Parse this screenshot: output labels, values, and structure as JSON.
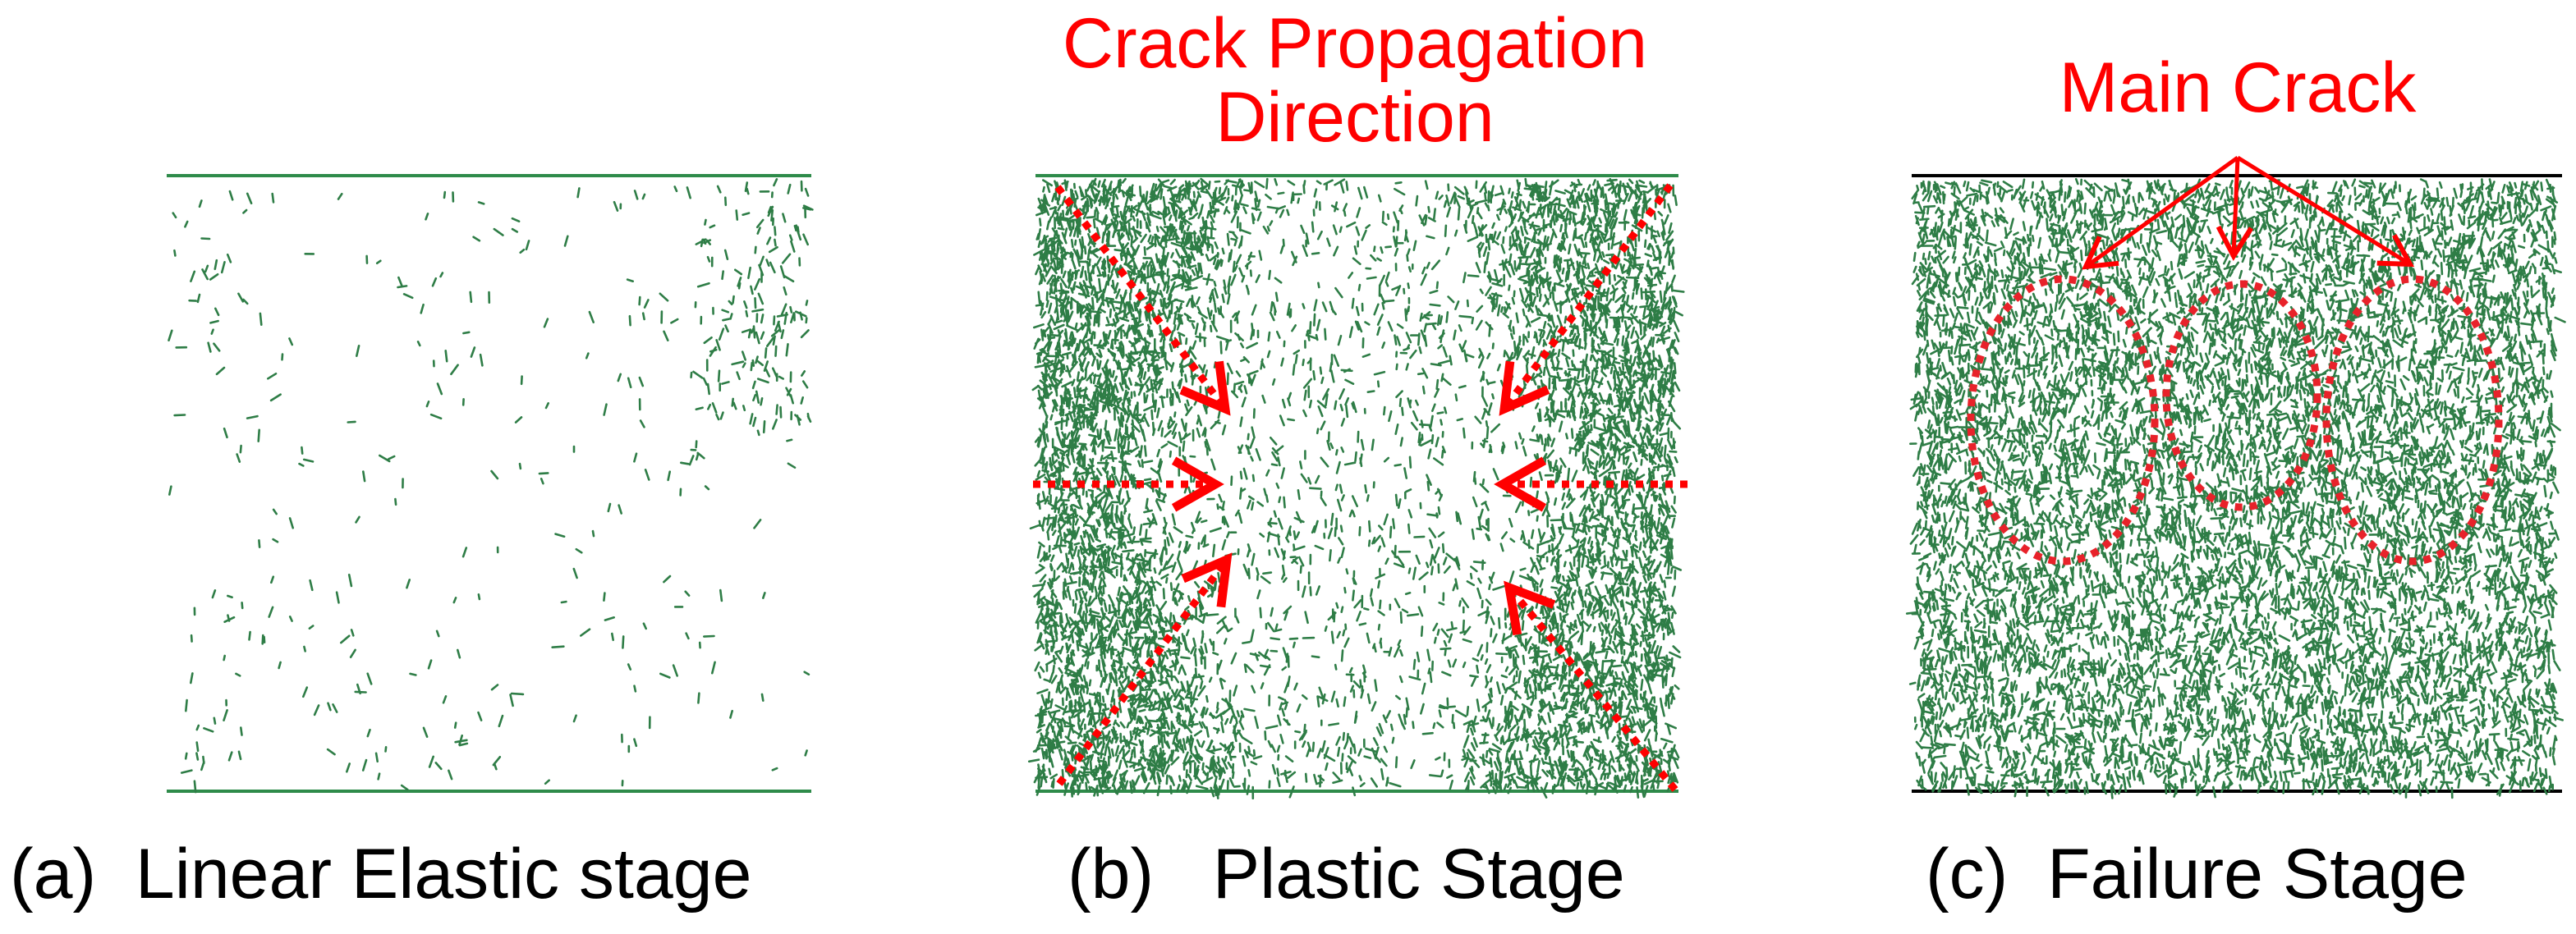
{
  "colors": {
    "crack": "#2e7d46",
    "plate_green": "#2e8b4a",
    "plate_black": "#000000",
    "annotation": "#ff0000",
    "caption": "#000000"
  },
  "panels": [
    {
      "id": "a",
      "caption": "(a)  Linear Elastic stage",
      "crack_density": "sparse",
      "plate_color": "green"
    },
    {
      "id": "b",
      "caption": "(b)   Plastic Stage",
      "crack_density": "moderate, concentrated at left and right edges",
      "plate_color": "green",
      "annotation": {
        "line1": "Crack Propagation",
        "line2": "Direction"
      }
    },
    {
      "id": "c",
      "caption": "(c)  Failure Stage",
      "crack_density": "dense",
      "plate_color": "black",
      "annotation": {
        "label": "Main Crack"
      }
    }
  ]
}
